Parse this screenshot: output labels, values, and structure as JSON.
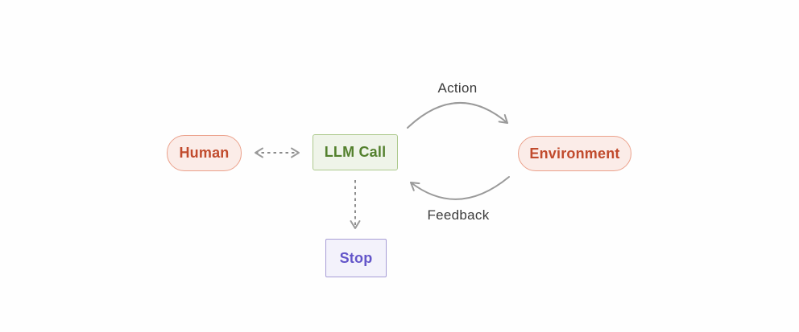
{
  "diagram": {
    "title": "agent-loop-diagram",
    "background_color": "#fefefe",
    "edge_label_color": "#3b3b3b",
    "nodes": {
      "human": {
        "label": "Human",
        "shape": "pill",
        "bg": "#fbece8",
        "border": "#eba18b",
        "text_color": "#c14b2d"
      },
      "llm_call": {
        "label": "LLM Call",
        "shape": "rect",
        "bg": "#eff4e9",
        "border": "#adc98d",
        "text_color": "#53802d"
      },
      "environment": {
        "label": "Environment",
        "shape": "pill",
        "bg": "#fbece8",
        "border": "#eba18b",
        "text_color": "#c14b2d"
      },
      "stop": {
        "label": "Stop",
        "shape": "rect",
        "bg": "#f3f2fb",
        "border": "#a79dd6",
        "text_color": "#6355c9"
      }
    },
    "edges": {
      "action": {
        "label": "Action",
        "from": "llm_call",
        "to": "environment",
        "style": "solid-curved",
        "color": "#9a9a9a"
      },
      "feedback": {
        "label": "Feedback",
        "from": "environment",
        "to": "llm_call",
        "style": "solid-curved",
        "color": "#9a9a9a"
      },
      "human_llm": {
        "label": "",
        "from": "human",
        "to": "llm_call",
        "style": "dashed-double-headed",
        "color": "#8c8c8c"
      },
      "llm_call_stop": {
        "label": "",
        "from": "llm_call",
        "to": "stop",
        "style": "dashed-single-headed",
        "color": "#8c8c8c"
      }
    }
  }
}
